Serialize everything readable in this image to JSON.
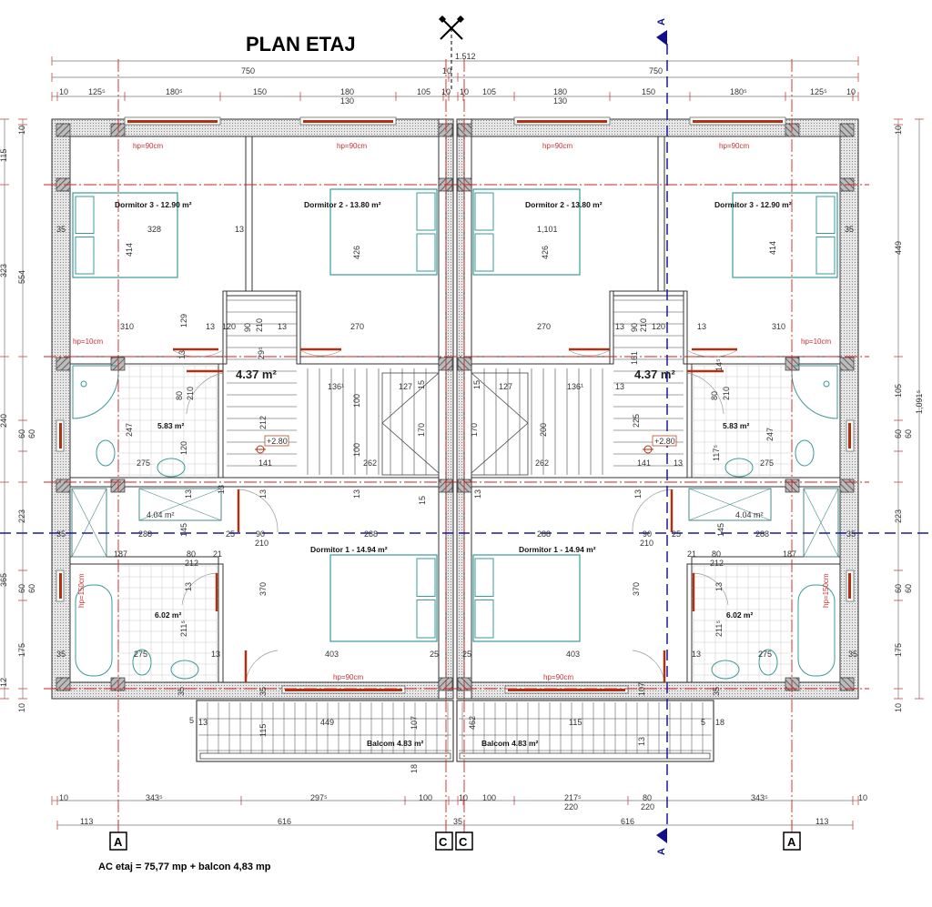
{
  "title": "PLAN ETAJ",
  "footer": "AC etaj = 75,77 mp + balcon 4,83 mp",
  "colors": {
    "walls": "#333333",
    "section_line": "#1a1a9c",
    "axis_line": "#d02020",
    "furniture": "#3a9a9a",
    "windows": "#b03010",
    "text_red": "#d03030"
  },
  "icons": {
    "north": "north-arrow-icon",
    "section": "section-marker-icon",
    "level": "level-marker-icon"
  },
  "section_label": "A",
  "axes": {
    "outer_left": "A",
    "center_left": "C",
    "center_right": "C",
    "outer_right": "A"
  },
  "rooms": {
    "left": {
      "dormitor3": "Dormitor 3 - 12.90 m²",
      "dormitor2": "Dormitor 2 - 13.80 m²",
      "dormitor1": "Dormitor 1 - 14.94 m²",
      "hall_area": "4.37 m²",
      "bath1_area": "5.83 m²",
      "closet_area": "4.04 m²",
      "bath2_area": "6.02 m²",
      "balcony": "Balcom 4.83 m²"
    },
    "right": {
      "dormitor3": "Dormitor 3 - 12.90 m²",
      "dormitor2": "Dormitor 2 - 13.80 m²",
      "dormitor1": "Dormitor 1 - 14.94 m²",
      "hall_area": "4.37 m²",
      "bath1_area": "5.83 m²",
      "closet_area": "4.04 m²",
      "bath2_area": "6.02 m²",
      "balcony": "Balcom 4.83 m²"
    }
  },
  "level": "+2.80",
  "hp_labels": [
    "hp=90cm",
    "hp=90cm",
    "hp=90cm",
    "hp=90cm",
    "hp=10cm",
    "hp=10cm",
    "hp=150cm",
    "hp=150cm",
    "hp=90cm",
    "hp=90cm"
  ],
  "dimensions": {
    "overall": [
      "1.512",
      "750",
      "10",
      "750"
    ],
    "top_row": [
      "10",
      "125⁵",
      "180⁵",
      "150",
      "180",
      "130",
      "105",
      "10",
      "10",
      "105",
      "180",
      "130",
      "150",
      "180⁵",
      "125⁵",
      "10"
    ],
    "bottom_row1": [
      "10",
      "343⁵",
      "297⁵",
      "100",
      "10",
      "100",
      "217⁵",
      "220",
      "80",
      "220",
      "343⁵",
      "10"
    ],
    "bottom_row2": [
      "113",
      "616",
      "35",
      "616",
      "113"
    ],
    "left_outer": [
      "115",
      "323",
      "240",
      "365",
      "12"
    ],
    "left_inner": [
      "10",
      "554",
      "60",
      "60",
      "223",
      "60",
      "60",
      "175",
      "10"
    ],
    "right_inner": [
      "10",
      "449",
      "105",
      "60",
      "60",
      "223",
      "60",
      "60",
      "175",
      "10"
    ],
    "right_outer": [
      "1,091⁵"
    ],
    "interior_left": [
      "35",
      "328",
      "414",
      "13",
      "426",
      "310",
      "129",
      "13",
      "120",
      "90",
      "210",
      "13",
      "270",
      "29⁵",
      "13",
      "80",
      "210",
      "247",
      "120",
      "275",
      "13",
      "136¹",
      "127",
      "15",
      "100",
      "170",
      "212",
      "141",
      "262",
      "100",
      "13",
      "13",
      "13",
      "15",
      "145",
      "25",
      "90",
      "288",
      "35",
      "288",
      "210",
      "187",
      "80",
      "212",
      "21",
      "13",
      "370",
      "211⁵",
      "35",
      "275",
      "13",
      "403",
      "25",
      "35",
      "35",
      "449",
      "107",
      "115",
      "5",
      "13",
      "18"
    ],
    "interior_right": [
      "35",
      "1,101",
      "414",
      "426",
      "270",
      "310",
      "13",
      "120",
      "210",
      "90",
      "13",
      "161",
      "14⁵",
      "127",
      "136¹",
      "13",
      "15",
      "80",
      "210",
      "170",
      "200",
      "225",
      "247",
      "117⁵",
      "275",
      "262",
      "141",
      "13",
      "13",
      "13",
      "288",
      "90",
      "210",
      "25",
      "145",
      "288",
      "35",
      "21",
      "80",
      "212",
      "187",
      "370",
      "13",
      "211⁵",
      "403",
      "25",
      "13",
      "275",
      "35",
      "35",
      "107",
      "462",
      "115",
      "13",
      "5",
      "18"
    ]
  }
}
